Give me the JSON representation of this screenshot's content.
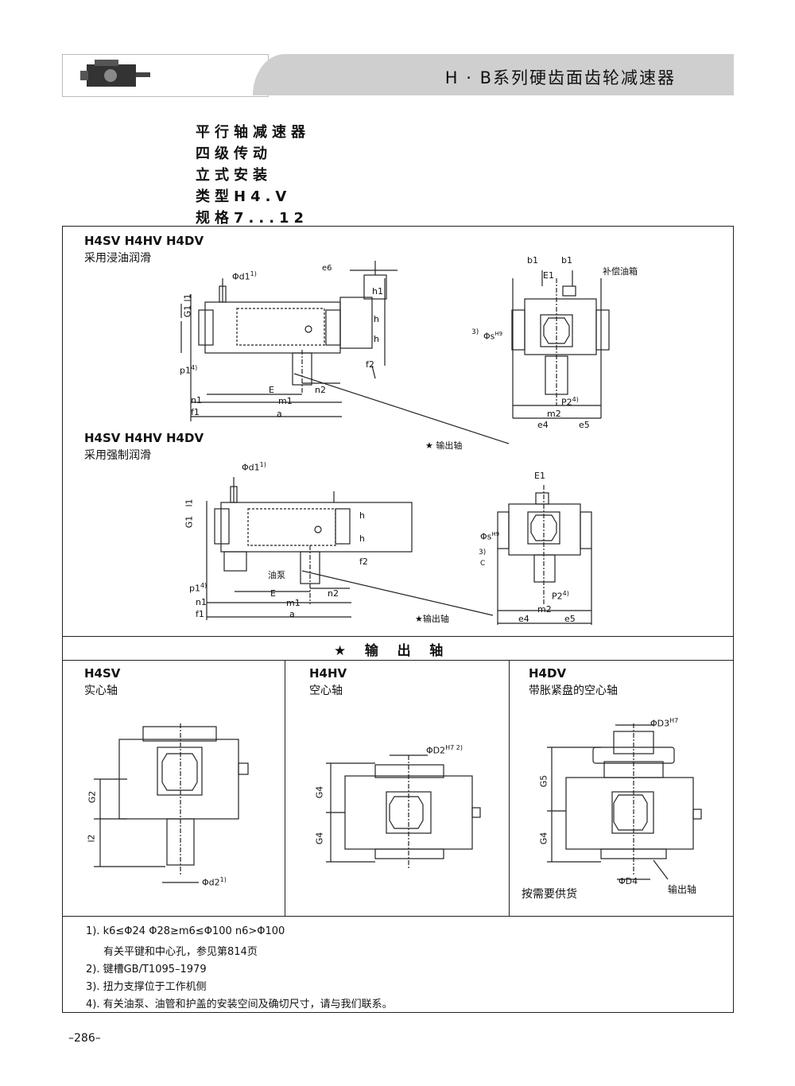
{
  "header": {
    "title": "H · B系列硬齿面齿轮减速器"
  },
  "intro": [
    "平行轴减速器",
    "四级传动",
    "立式安装",
    "类型H4.V",
    "规格7...12"
  ],
  "section1": {
    "title": "H4SV H4HV H4DV",
    "subtitle": "采用浸油润滑",
    "labels": {
      "d1": "Φd1",
      "d1sup": "1)",
      "e6": "e6",
      "b1a": "b1",
      "b1b": "b1",
      "E1": "E1",
      "tank": "补偿油箱",
      "s": "Φs",
      "sH9": "H9",
      "n3": "3)",
      "P2": "P2",
      "P2sup": "4)",
      "m2": "m2",
      "e4": "e4",
      "e5": "e5",
      "G1": "G1",
      "l1": "l1",
      "p1": "p1",
      "p1sup": "4)",
      "n1": "n1",
      "f1": "f1",
      "E": "E",
      "n2": "n2",
      "m1": "m1",
      "a": "a",
      "h1": "h1",
      "h": "h",
      "f2": "f2",
      "out": "★ 输出轴"
    }
  },
  "section2": {
    "title": "H4SV H4HV H4DV",
    "subtitle": "采用强制润滑",
    "labels": {
      "d1": "Φd1",
      "d1sup": "1)",
      "E1": "E1",
      "s": "Φs",
      "sH9": "H9",
      "n3": "3)",
      "c": "C",
      "P2": "P2",
      "P2sup": "4)",
      "m2": "m2",
      "e4": "e4",
      "e5": "e5",
      "G1": "G1",
      "l1": "l1",
      "pump": "油泵",
      "p1": "p1",
      "p1sup": "4)",
      "n1": "n1",
      "f1": "f1",
      "E": "E",
      "n2": "n2",
      "m1": "m1",
      "a": "a",
      "h": "h",
      "f2": "f2",
      "out": "★输出轴"
    }
  },
  "output": {
    "title": "★    输    出    轴"
  },
  "cols": [
    {
      "title": "H4SV",
      "subtitle": "实心轴",
      "labels": {
        "G2": "G2",
        "l2": "l2",
        "d2": "Φd2",
        "d2sup": "1)"
      }
    },
    {
      "title": "H4HV",
      "subtitle": "空心轴",
      "labels": {
        "D2": "ΦD2",
        "D2sup": "H7 2)",
        "G4a": "G4",
        "G4b": "G4"
      }
    },
    {
      "title": "H4DV",
      "subtitle": "带胀紧盘的空心轴",
      "labels": {
        "D3": "ΦD3",
        "D3sup": "H7",
        "G5": "G5",
        "G4": "G4",
        "D4": "ΦD4",
        "out": "输出轴",
        "supply": "按需要供货"
      }
    }
  ],
  "notes": [
    "1). k6≤Φ24  Φ28≥m6≤Φ100  n6>Φ100",
    "有关平键和中心孔，参见第814页",
    "2). 键槽GB/T1095–1979",
    "3). 扭力支撑位于工作机侧",
    "4). 有关油泵、油管和护盖的安装空间及确切尺寸，请与我们联系。"
  ],
  "page": "–286–"
}
